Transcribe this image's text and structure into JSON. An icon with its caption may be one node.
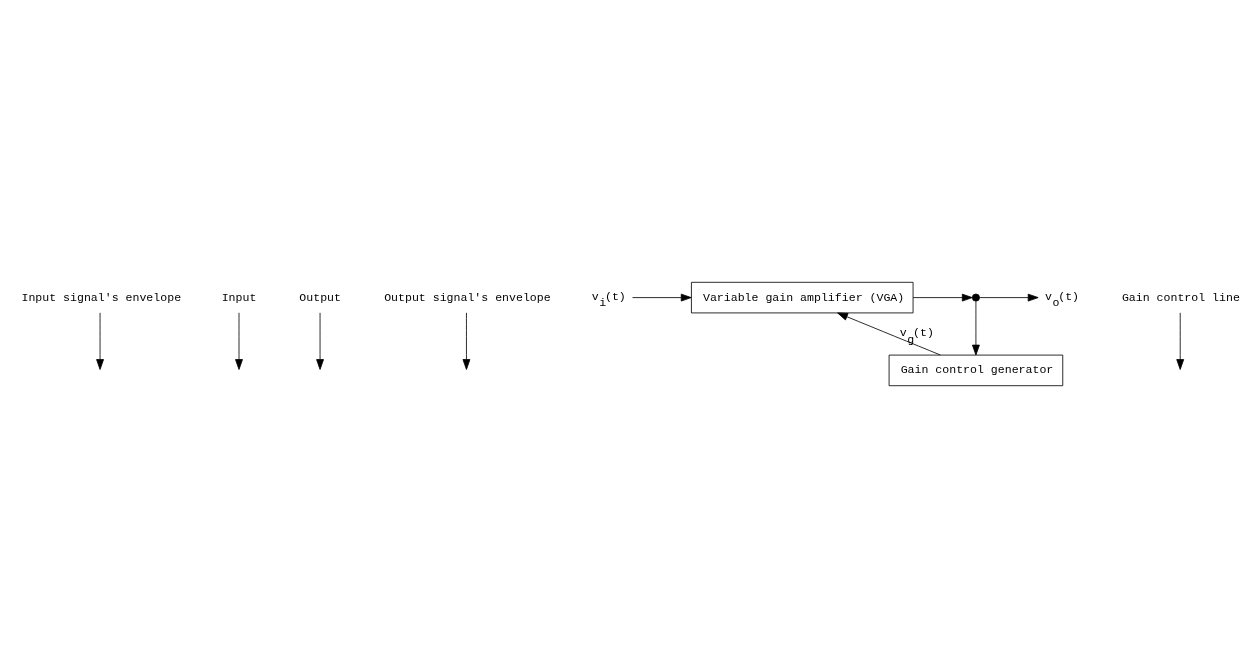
{
  "diagram": {
    "nodes": [
      {
        "text": [
          "Input signal's envelope"
        ]
      },
      {
        "text": [
          "Input"
        ]
      },
      {
        "text": [
          "Output"
        ]
      },
      {
        "text": [
          "Output signal's envelope"
        ]
      },
      {
        "text": [
          "v$_{i}$(t)"
        ]
      },
      {
        "text": [
          "Variable gain amplifier (VGA)"
        ]
      },
      {
        "text": [],
        "shape": "circle"
      },
      {
        "text": [
          "v$_{o}$(t)"
        ]
      },
      {
        "text": [
          "Gain control generator"
        ]
      },
      {
        "text": [
          "Gain control line"
        ]
      }
    ],
    "edges": [
      {
        "from": 4,
        "to": 5,
        "arrow": "to"
      },
      {
        "from": 5,
        "to": 6,
        "arrow": "to"
      },
      {
        "from": 6,
        "to": 7,
        "arrow": "to"
      },
      {
        "from": 6,
        "to": 8,
        "arrow": "to"
      },
      {
        "from": 8,
        "to": 5,
        "arrow": "to",
        "label": "v$_{g}$(t)"
      },
      {
        "from": 0,
        "to": null,
        "arrow": "to"
      },
      {
        "from": 1,
        "to": null,
        "arrow": "to"
      },
      {
        "from": 2,
        "to": null,
        "arrow": "to"
      },
      {
        "from": 3,
        "to": null,
        "arrow": "to"
      },
      {
        "from": 9,
        "to": null,
        "arrow": "to"
      }
    ]
  }
}
